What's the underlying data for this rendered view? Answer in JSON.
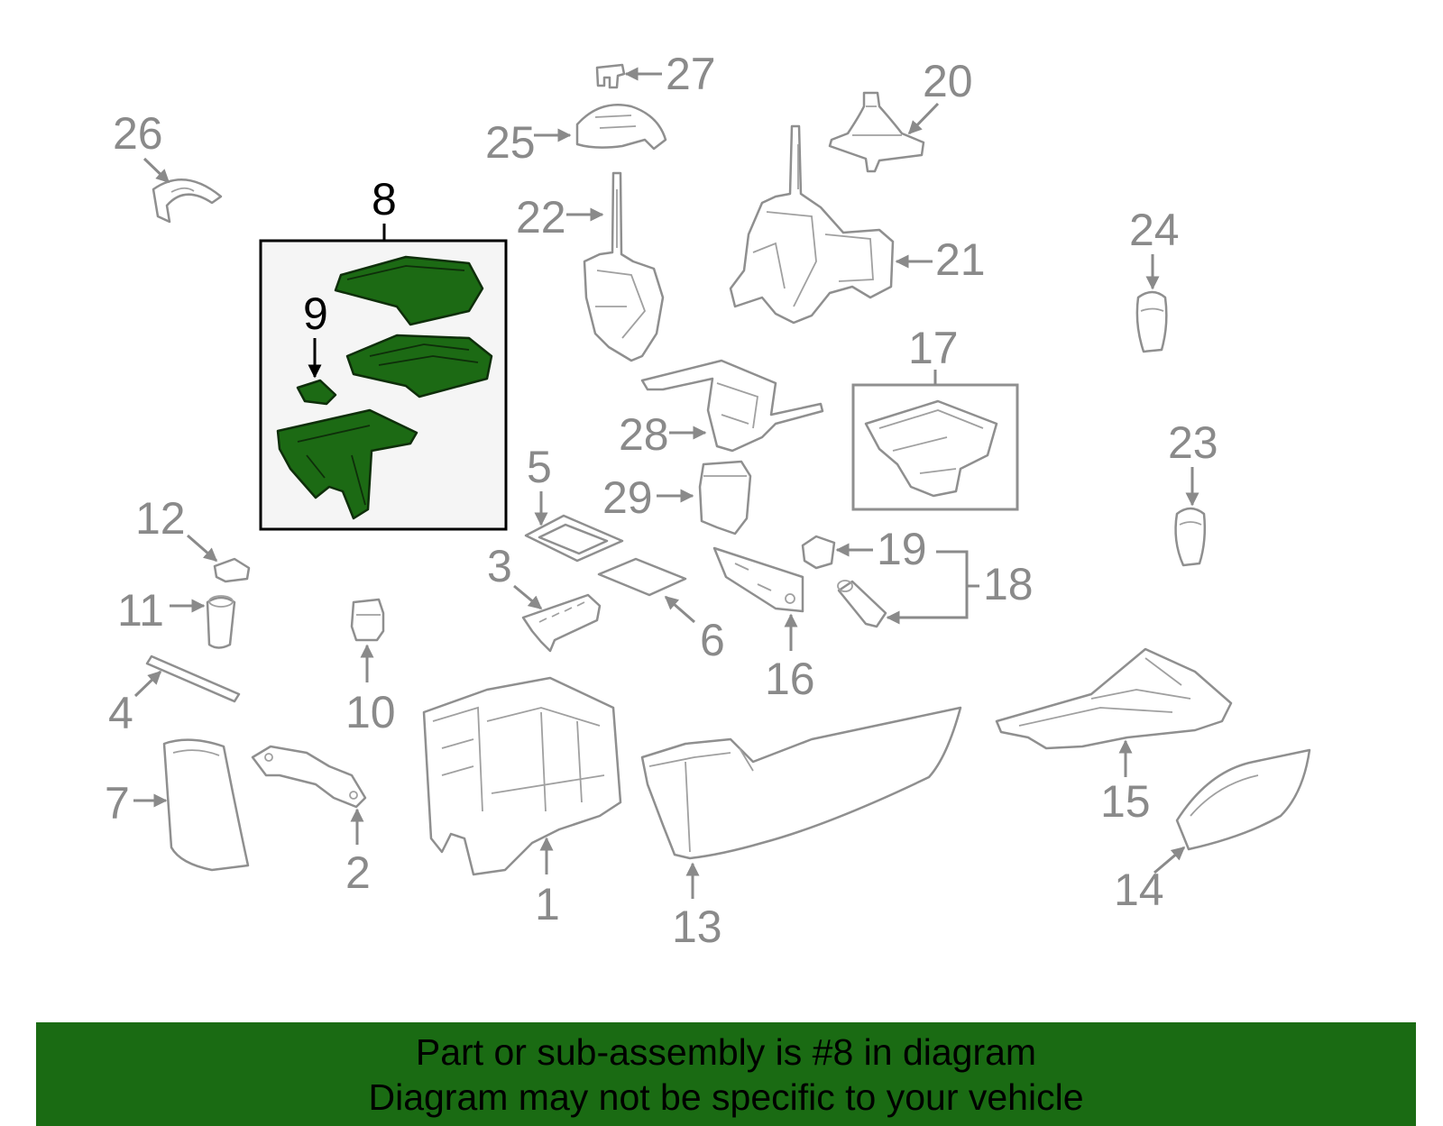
{
  "diagram": {
    "highlighted_part": "8",
    "callouts": {
      "c1": "1",
      "c2": "2",
      "c3": "3",
      "c4": "4",
      "c5": "5",
      "c6": "6",
      "c7": "7",
      "c8": "8",
      "c9": "9",
      "c10": "10",
      "c11": "11",
      "c12": "12",
      "c13": "13",
      "c14": "14",
      "c15": "15",
      "c16": "16",
      "c17": "17",
      "c18": "18",
      "c19": "19",
      "c20": "20",
      "c21": "21",
      "c22": "22",
      "c23": "23",
      "c24": "24",
      "c25": "25",
      "c26": "26",
      "c27": "27",
      "c28": "28",
      "c29": "29"
    },
    "colors": {
      "highlight_fill": "#1c6a14",
      "banner_background": "#1a6b13",
      "part_line": "#8f8f8f",
      "callout_text": "#8a8a8a"
    }
  },
  "footer": {
    "line1": "Part or sub-assembly is #8 in diagram",
    "line2": "Diagram may not be specific to your vehicle"
  }
}
